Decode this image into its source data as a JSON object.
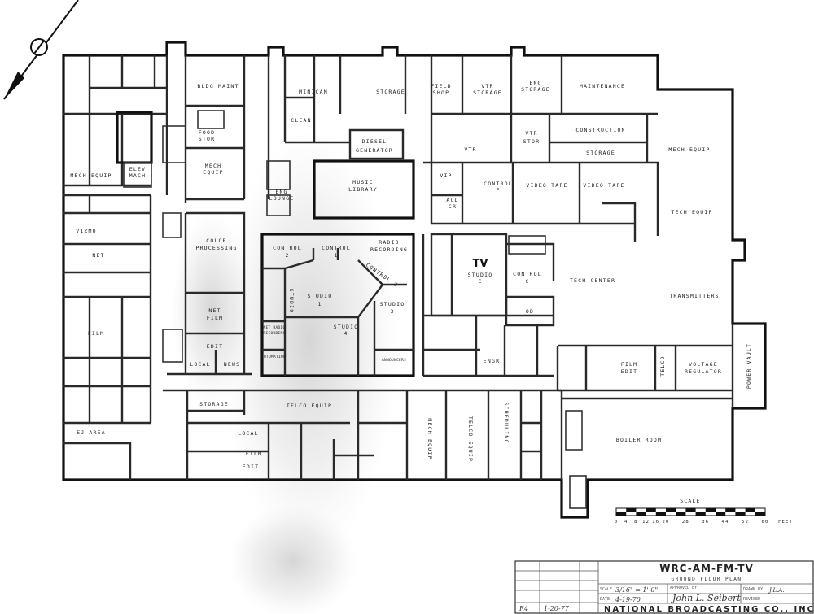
{
  "rooms": {
    "bldg_maint": "BLDG MAINT",
    "minicam": "MINICAM",
    "storage_top": "STORAGE",
    "field_shop_1": "FIELD",
    "field_shop_2": "SHOP",
    "vtr_storage_1": "VTR",
    "vtr_storage_2": "STORAGE",
    "eng_storage_1": "ENG",
    "eng_storage_2": "STORAGE",
    "maintenance": "MAINTENANCE",
    "food_stor_1": "FOOD",
    "food_stor_2": "STOR",
    "clean": "CLEAN",
    "diesel_1": "DIESEL",
    "diesel_2": "GENERATOR",
    "vtr": "VTR",
    "vtr_stor_1": "VTR",
    "vtr_stor_2": "STOR",
    "construction": "CONSTRUCTION",
    "storage_const": "STORAGE",
    "mech_equip_right": "MECH EQUIP",
    "elev_mach_1": "ELEV",
    "elev_mach_2": "MACH",
    "mech_equip_left": "MECH EQUIP",
    "mech_equip_mid_1": "MECH",
    "mech_equip_mid_2": "EQUIP",
    "eng_lounge_1": "ENG",
    "eng_lounge_2": "LOUNGE",
    "music_1": "MUSIC",
    "music_2": "LIBRARY",
    "vip": "VIP",
    "aud_cr_1": "AUD",
    "aud_cr_2": "CR",
    "control_f_1": "CONTROL",
    "control_f_2": "F",
    "video_tape_1": "VIDEO TAPE",
    "video_tape_2": "VIDEO TAPE",
    "tech_equip": "TECH EQUIP",
    "vizmo": "VIZMO",
    "net_left": "NET",
    "color_1": "COLOR",
    "color_2": "PROCESSING",
    "control_2_a": "CONTROL",
    "control_2_b": "2",
    "control_1_a": "CONTROL",
    "control_1_b": "1",
    "radio_rec_1": "RADIO",
    "radio_rec_2": "RECORDING",
    "control_3": "CONTROL 3",
    "studio_1_a": "STUDIO",
    "studio_1_b": "1",
    "studio_v": "STUDIO",
    "studio_4_a": "STUDIO",
    "studio_4_b": "4",
    "studio_3_a": "STUDIO",
    "studio_3_b": "3",
    "net_radio_1": "NET RADIO",
    "net_radio_2": "RECORDING",
    "automation": "AUTOMATION",
    "announcers": "ANNOUNCERS",
    "tv": "TV",
    "studio_c_1": "STUDIO",
    "studio_c_2": "C",
    "control_c_1": "CONTROL",
    "control_c_2": "C",
    "od": "OD",
    "tech_center": "TECH CENTER",
    "transmitters": "TRANSMITTERS",
    "net_film_1": "NET",
    "net_film_2": "FILM",
    "edit": "EDIT",
    "film_left": "FILM",
    "local": "LOCAL",
    "news": "NEWS",
    "engr": "ENGR",
    "film_edit_1": "FILM",
    "film_edit_2": "EDIT",
    "telco_v": "TELCO",
    "voltage_1": "VOLTAGE",
    "voltage_2": "REGULATOR",
    "power_vault": "POWER VAULT",
    "storage_bottom": "STORAGE",
    "telco_equip": "TELCO EQUIP",
    "local_bottom": "LOCAL",
    "film_edit_b1": "FILM",
    "film_edit_b2": "EDIT",
    "ej_area": "EJ AREA",
    "mech_equip_v": "MECH EQUIP",
    "telco_equip_v": "TELCO EQUIP",
    "scheduling": "SCHEDULING",
    "boiler_room": "BOILER ROOM"
  },
  "scale": {
    "label": "SCALE",
    "ticks": [
      "0",
      "4",
      "8",
      "12",
      "16",
      "20",
      "28",
      "36",
      "44",
      "52",
      "60"
    ],
    "unit": "FEET"
  },
  "title_block": {
    "station": "WRC-AM-FM-TV",
    "drawing": "GROUND FLOOR PLAN",
    "scale_label": "SCALE",
    "scale_value": "3/16\" = 1'-0\"",
    "approved_label": "APPROVED BY:",
    "approved_value": "John L. Seibert",
    "drawn_label": "DRAWN BY",
    "drawn_value": "J.L.A.",
    "date_label": "DATE",
    "date_value": "4-19-70",
    "revised_label": "REVISED",
    "revision_no": "R4",
    "revision_date": "1-20-77",
    "company": "NATIONAL BROADCASTING CO., INC."
  }
}
